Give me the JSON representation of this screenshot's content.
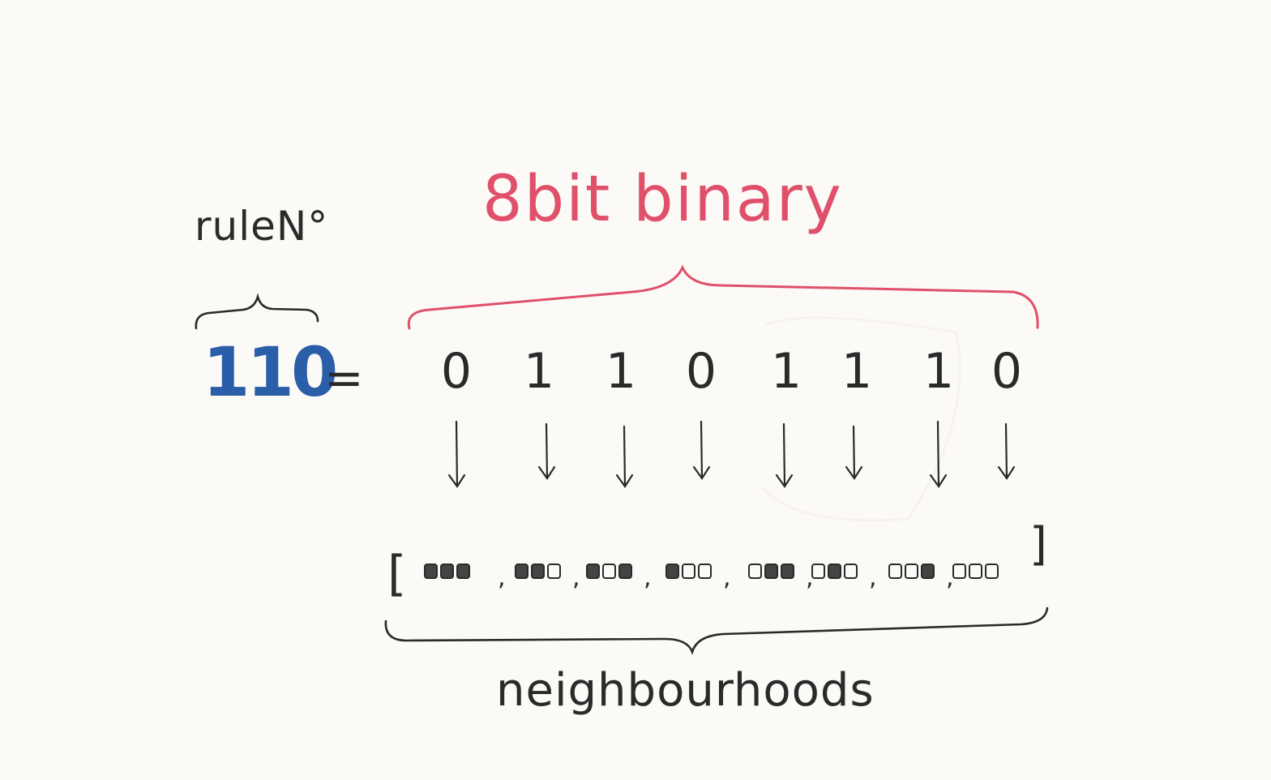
{
  "labels": {
    "rule_label": "ruleN°",
    "rule_number": "110",
    "equals": "=",
    "binary_label": "8bit binary",
    "neighbourhoods_label": "neighbourhoods",
    "bracket_open": "[",
    "bracket_close": "]"
  },
  "bits": [
    "0",
    "1",
    "1",
    "0",
    "1",
    "1",
    "1",
    "0"
  ],
  "neighbourhoods": [
    [
      "filled",
      "filled",
      "filled"
    ],
    [
      "filled",
      "filled",
      "empty"
    ],
    [
      "filled",
      "empty",
      "filled"
    ],
    [
      "filled",
      "empty",
      "empty"
    ],
    [
      "empty",
      "filled",
      "filled"
    ],
    [
      "empty",
      "filled",
      "empty"
    ],
    [
      "empty",
      "empty",
      "filled"
    ],
    [
      "empty",
      "empty",
      "empty"
    ]
  ],
  "colors": {
    "ink": "#2a2a2a",
    "red": "#e0506a",
    "blue": "#2a5ea8",
    "paper": "#fbfaf7"
  }
}
